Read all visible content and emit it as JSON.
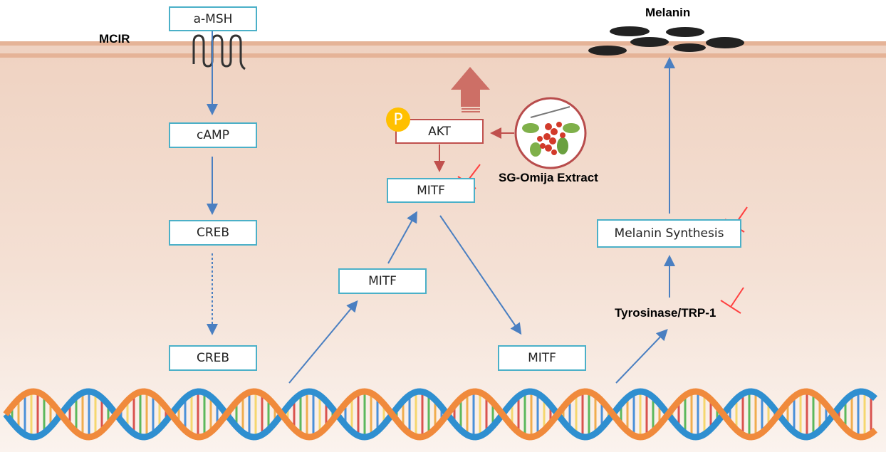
{
  "labels": {
    "receptor": "MCIR",
    "melanin": "Melanin",
    "extract": "SG-Omija Extract",
    "enzymes": "Tyrosinase/TRP-1",
    "phospho": "P"
  },
  "boxes": {
    "amsh": "a-MSH",
    "camp": "cAMP",
    "creb1": "CREB",
    "creb2": "CREB",
    "mitf_left": "MITF",
    "mitf_mid": "MITF",
    "mitf_right": "MITF",
    "akt": "AKT",
    "synthesis": "Melanin Synthesis"
  },
  "colors": {
    "box_border": "#4bb0c8",
    "arrow": "#4a7fc1",
    "akt": "#c0504d",
    "inhibit": "#ff4040",
    "phospho": "#ffc000"
  }
}
